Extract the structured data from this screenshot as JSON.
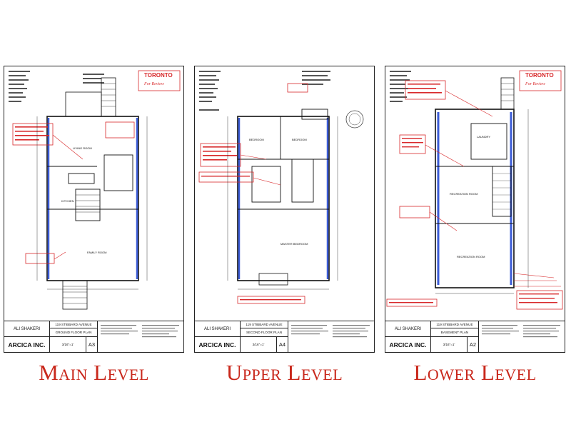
{
  "sheets": [
    {
      "caption": "Main Level",
      "client": "ALI SHAKERI",
      "firm": "ARCICA INC.",
      "address": "119 STIBBARD AVENUE",
      "plan_name": "GROUND FLOOR PLAN",
      "scale": "3/16\"=1'",
      "sheet_no": "A3",
      "stamp": "TORONTO",
      "for_review": "For Review",
      "rooms": [
        "LIVING ROOM",
        "KITCHEN",
        "FAMILY ROOM"
      ],
      "note": "Provide 1/2 fire resistance rating with Type X gypsum board"
    },
    {
      "caption": "Upper Level",
      "client": "ALI SHAKERI",
      "firm": "ARCICA INC.",
      "address": "119 STIBBARD AVENUE",
      "plan_name": "SECOND FLOOR PLAN",
      "scale": "3/16\"=1'",
      "sheet_no": "A4",
      "stamp": "",
      "for_review": "",
      "rooms": [
        "BEDROOM",
        "BEDROOM",
        "MASTER BEDROOM"
      ],
      "note": "Provide 1/2 fire resistance rating with Type X gypsum board"
    },
    {
      "caption": "Lower Level",
      "client": "ALI SHAKERI",
      "firm": "ARCICA INC.",
      "address": "119 STIBBARD AVENUE",
      "plan_name": "BASEMENT PLAN",
      "scale": "3/16\"=1'",
      "sheet_no": "A2",
      "stamp": "TORONTO",
      "for_review": "For Review",
      "rooms": [
        "LAUNDRY",
        "RECREATION ROOM",
        "RECREATION ROOM"
      ],
      "note": "Provide 1/2 fire resistance rating with Type X gypsum board"
    }
  ],
  "colors": {
    "caption": "#c9281c",
    "redline": "#d8282a",
    "wall_blue": "#3b5bd6"
  }
}
